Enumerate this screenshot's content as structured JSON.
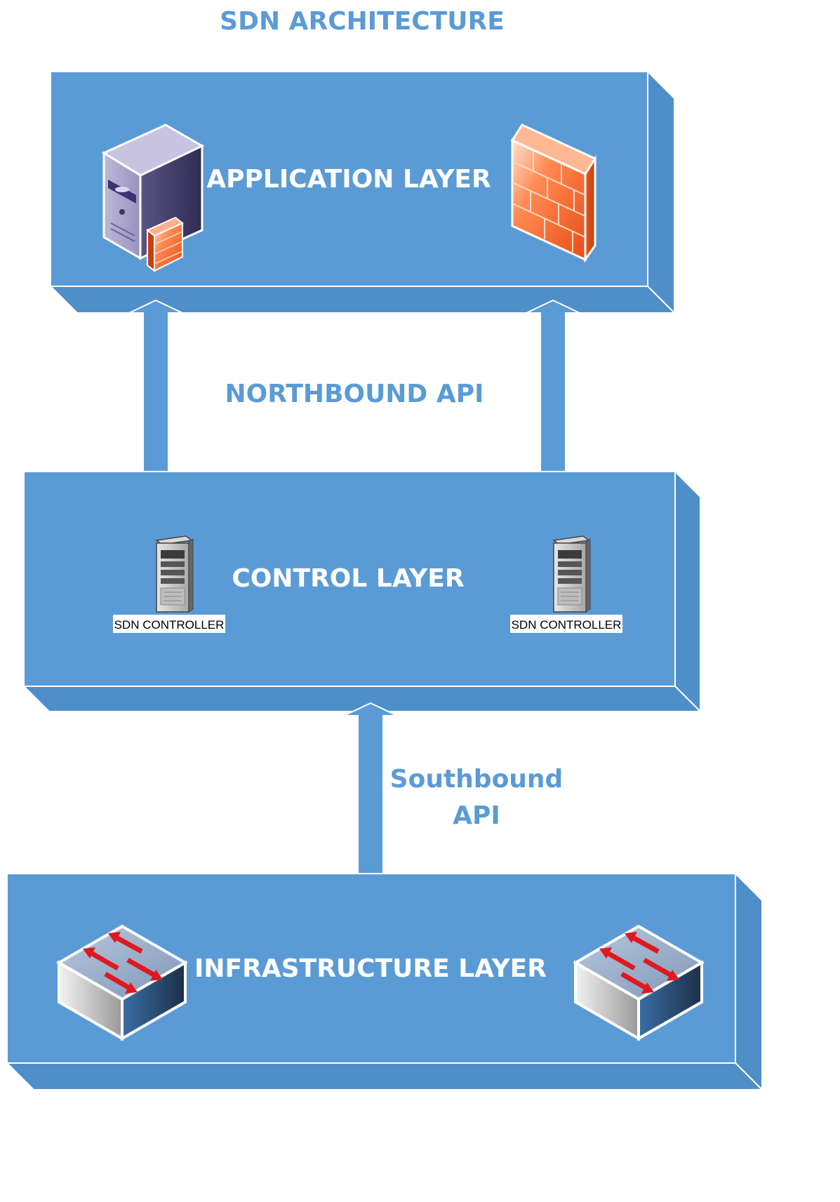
{
  "title": "SDN ARCHITECTURE",
  "layers": {
    "application": {
      "label": "APPLICATION LAYER",
      "icons": [
        "server-with-firewall-icon",
        "firewall-icon"
      ]
    },
    "control": {
      "label": "CONTROL LAYER",
      "controllers": [
        "SDN CONTROLLER",
        "SDN CONTROLLER"
      ]
    },
    "infrastructure": {
      "label": "INFRASTRUCTURE LAYER",
      "icons": [
        "network-switch-icon",
        "network-switch-icon"
      ]
    }
  },
  "interfaces": {
    "northbound": {
      "label": "NORTHBOUND API"
    },
    "southbound": {
      "line1": "Southbound",
      "line2": "API"
    }
  },
  "colors": {
    "layer_face": "#5b9bd5",
    "layer_side": "#4f8fc9",
    "layer_edge": "#ffffff",
    "label_text": "#ffffff",
    "api_text": "#5b9bd5",
    "firewall": "#f26b2e",
    "arrow_red": "#e0191f"
  }
}
